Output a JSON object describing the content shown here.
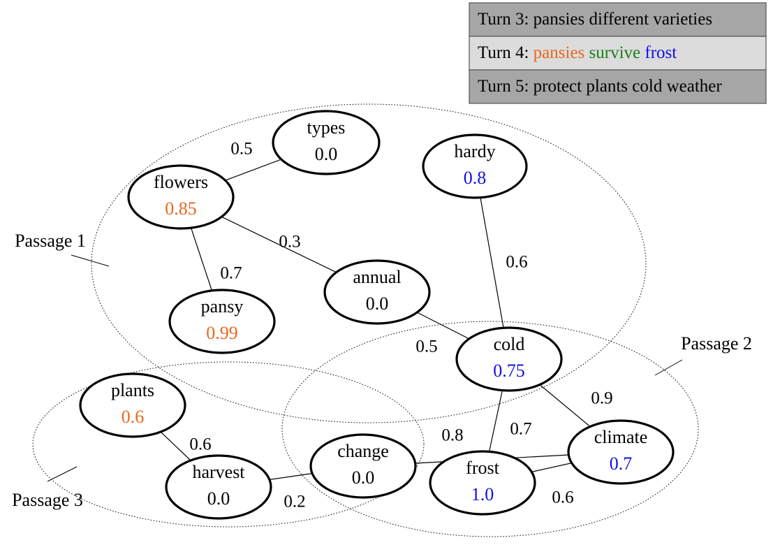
{
  "colors": {
    "default": "#000000",
    "orange": "#e8671e",
    "green": "#1a7f1a",
    "blue": "#1010e6",
    "turn_dark_bg": "#a6a6a6",
    "turn_light_bg": "#dcdcdc"
  },
  "legend": {
    "turns": [
      {
        "shade": "dark",
        "parts": [
          {
            "text": "Turn 3: pansies different varieties",
            "color": "default"
          }
        ]
      },
      {
        "shade": "light",
        "parts": [
          {
            "text": "Turn 4: ",
            "color": "default"
          },
          {
            "text": "pansies",
            "color": "orange"
          },
          {
            "text": " ",
            "color": "default"
          },
          {
            "text": "survive",
            "color": "green"
          },
          {
            "text": " ",
            "color": "default"
          },
          {
            "text": "frost",
            "color": "blue"
          }
        ]
      },
      {
        "shade": "dark",
        "parts": [
          {
            "text": "Turn 5: protect plants cold weather",
            "color": "default"
          }
        ]
      }
    ]
  },
  "passages": [
    {
      "id": "p1",
      "label": "Passage 1"
    },
    {
      "id": "p2",
      "label": "Passage 2"
    },
    {
      "id": "p3",
      "label": "Passage 3"
    }
  ],
  "nodes": [
    {
      "id": "types",
      "label": "types",
      "score": "0.0",
      "color": "default"
    },
    {
      "id": "flowers",
      "label": "flowers",
      "score": "0.85",
      "color": "orange"
    },
    {
      "id": "hardy",
      "label": "hardy",
      "score": "0.8",
      "color": "blue"
    },
    {
      "id": "pansy",
      "label": "pansy",
      "score": "0.99",
      "color": "orange"
    },
    {
      "id": "annual",
      "label": "annual",
      "score": "0.0",
      "color": "default"
    },
    {
      "id": "cold",
      "label": "cold",
      "score": "0.75",
      "color": "blue"
    },
    {
      "id": "plants",
      "label": "plants",
      "score": "0.6",
      "color": "orange"
    },
    {
      "id": "harvest",
      "label": "harvest",
      "score": "0.0",
      "color": "default"
    },
    {
      "id": "change",
      "label": "change",
      "score": "0.0",
      "color": "default"
    },
    {
      "id": "frost",
      "label": "frost",
      "score": "1.0",
      "color": "blue"
    },
    {
      "id": "climate",
      "label": "climate",
      "score": "0.7",
      "color": "blue"
    }
  ],
  "edges": [
    {
      "from": "flowers",
      "to": "types",
      "weight": "0.5"
    },
    {
      "from": "flowers",
      "to": "pansy",
      "weight": "0.7"
    },
    {
      "from": "flowers",
      "to": "annual",
      "weight": "0.3"
    },
    {
      "from": "annual",
      "to": "cold",
      "weight": "0.5"
    },
    {
      "from": "hardy",
      "to": "cold",
      "weight": "0.6"
    },
    {
      "from": "cold",
      "to": "climate",
      "weight": "0.9"
    },
    {
      "from": "cold",
      "to": "frost",
      "weight": "0.7"
    },
    {
      "from": "change",
      "to": "climate",
      "weight": "0.8"
    },
    {
      "from": "frost",
      "to": "climate",
      "weight": "0.6"
    },
    {
      "from": "plants",
      "to": "harvest",
      "weight": "0.6"
    },
    {
      "from": "harvest",
      "to": "change",
      "weight": "0.2"
    }
  ]
}
